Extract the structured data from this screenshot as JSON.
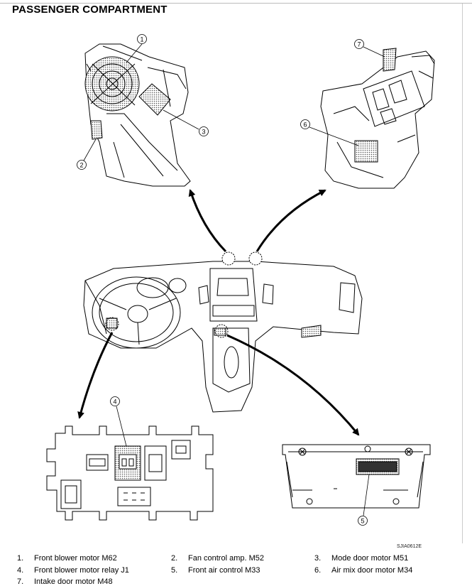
{
  "title": "PASSENGER COMPARTMENT",
  "figure_code": "SJIA0612E",
  "callouts": [
    "1",
    "2",
    "3",
    "4",
    "5",
    "6",
    "7"
  ],
  "legend": [
    {
      "num": "1.",
      "text": "Front blower motor M62"
    },
    {
      "num": "2.",
      "text": "Fan control amp. M52"
    },
    {
      "num": "3.",
      "text": "Mode door motor M51"
    },
    {
      "num": "4.",
      "text": "Front blower motor relay J1"
    },
    {
      "num": "5.",
      "text": "Front air control M33"
    },
    {
      "num": "6.",
      "text": "Air mix door motor M34"
    },
    {
      "num": "7.",
      "text": "Intake door motor M48"
    }
  ]
}
